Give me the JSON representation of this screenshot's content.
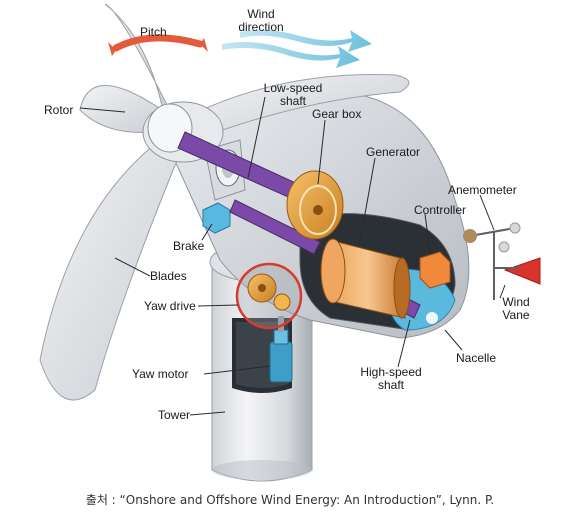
{
  "labels": {
    "pitch": "Pitch",
    "wind_direction": "Wind\ndirection",
    "rotor": "Rotor",
    "low_speed_shaft": "Low-speed\nshaft",
    "gear_box": "Gear box",
    "generator": "Generator",
    "anemometer": "Anemometer",
    "controller": "Controller",
    "brake": "Brake",
    "blades": "Blades",
    "yaw_drive": "Yaw drive",
    "wind_vane": "Wind\nVane",
    "yaw_motor": "Yaw motor",
    "high_speed_shaft": "High-speed\nshaft",
    "nacelle": "Nacelle",
    "tower": "Tower"
  },
  "caption": "출처 : “Onshore and Offshore Wind Energy: An Introduction”, Lynn. P."
}
